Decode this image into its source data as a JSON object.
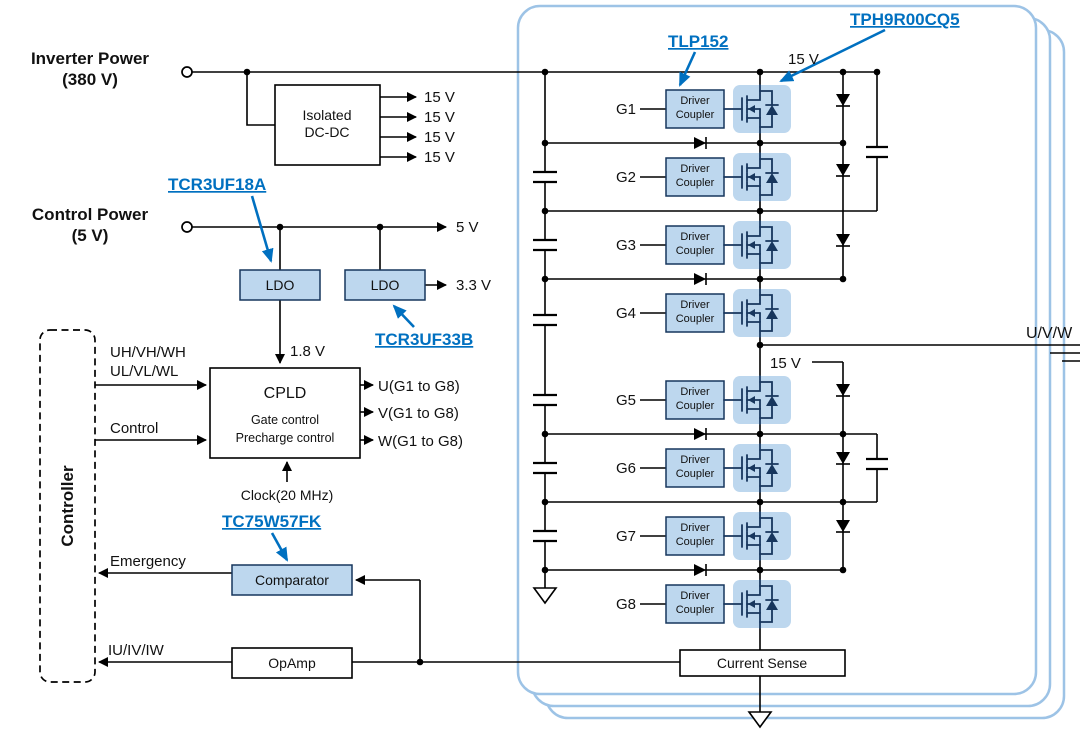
{
  "power_inputs": {
    "inverter": {
      "name": "Inverter Power",
      "voltage": "(380 V)"
    },
    "control": {
      "name": "Control Power",
      "voltage": "(5 V)"
    }
  },
  "power_tree": {
    "dcdc": {
      "line1": "Isolated",
      "line2": "DC-DC",
      "outputs": [
        "15 V",
        "15 V",
        "15 V",
        "15 V"
      ]
    },
    "v5": "5 V",
    "ldo_18": {
      "label": "LDO",
      "part": "TCR3UF18A",
      "output": "1.8 V"
    },
    "ldo_33": {
      "label": "LDO",
      "part": "TCR3UF33B",
      "output": "3.3 V"
    }
  },
  "cpld": {
    "name": "CPLD",
    "line2": "Gate control",
    "line3": "Precharge control",
    "inputs": {
      "pwm_high": "UH/VH/WH",
      "pwm_low": "UL/VL/WL",
      "control": "Control"
    },
    "clock": "Clock(20 MHz)",
    "outputs": [
      "U(G1 to G8)",
      "V(G1 to G8)",
      "W(G1 to G8)"
    ]
  },
  "controller": {
    "label": "Controller"
  },
  "signals": {
    "emergency": "Emergency",
    "current_feedback": "IU/IV/IW"
  },
  "analog": {
    "comparator": {
      "label": "Comparator",
      "part": "TC75W57FK"
    },
    "opamp": "OpAmp",
    "current_sense": "Current Sense"
  },
  "bridge": {
    "gates": [
      "G1",
      "G2",
      "G3",
      "G4",
      "G5",
      "G6",
      "G7",
      "G8"
    ],
    "driver": {
      "line1": "Driver",
      "line2": "Coupler",
      "part": "TLP152"
    },
    "mosfet_part": "TPH9R00CQ5",
    "v15_top": "15 V",
    "v15_mid": "15 V",
    "output": "U/V/W"
  },
  "colors": {
    "accent_blue": "#0070c0",
    "component_fill": "#bdd7ee",
    "panel_stroke": "#9dc3e6",
    "symbol_ink": "#17365d"
  }
}
